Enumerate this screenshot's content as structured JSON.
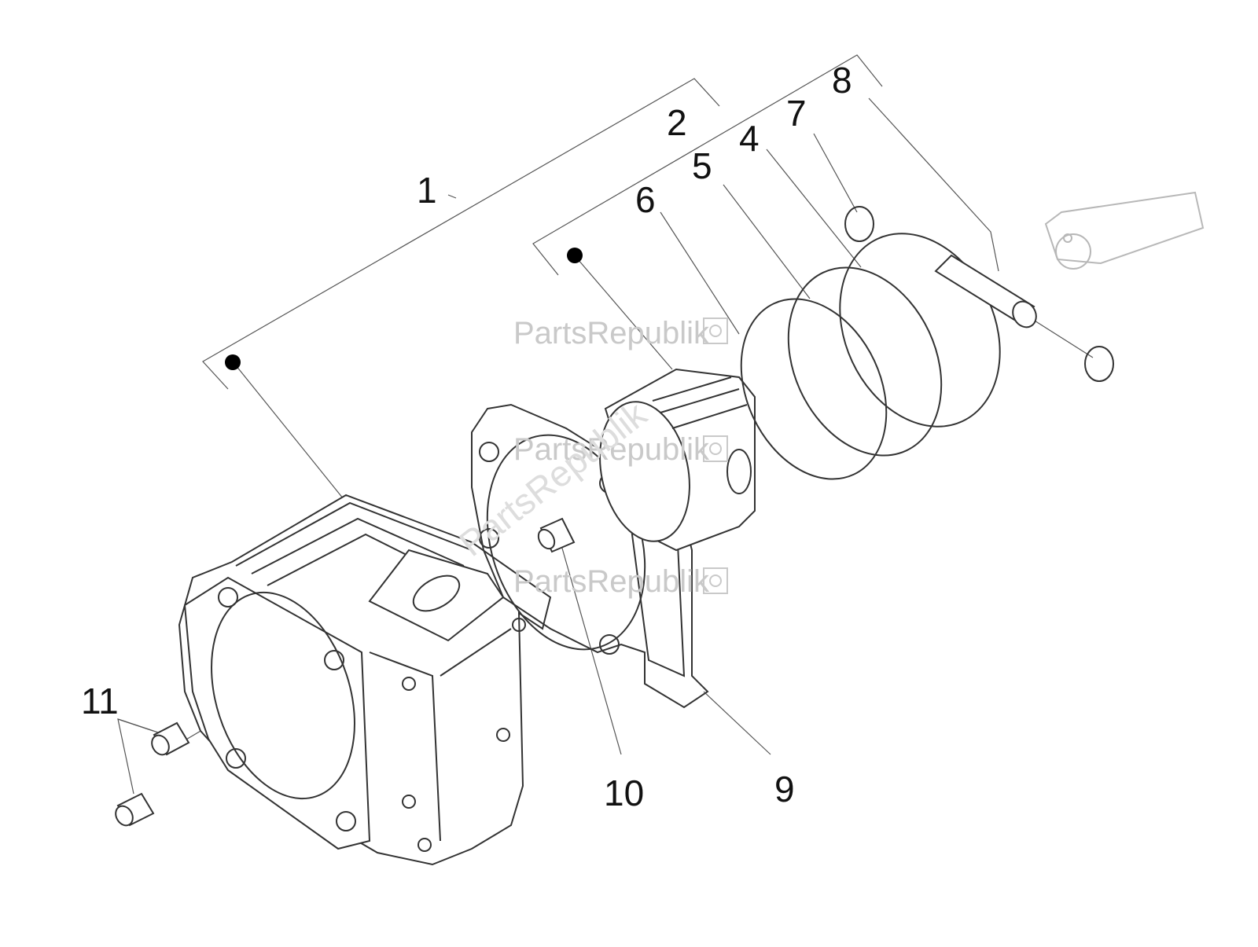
{
  "diagram": {
    "callouts": [
      {
        "id": "c1",
        "text": "1"
      },
      {
        "id": "c2",
        "text": "2"
      },
      {
        "id": "c4",
        "text": "4"
      },
      {
        "id": "c5",
        "text": "5"
      },
      {
        "id": "c6",
        "text": "6"
      },
      {
        "id": "c7",
        "text": "7"
      },
      {
        "id": "c8",
        "text": "8"
      },
      {
        "id": "c9",
        "text": "9"
      },
      {
        "id": "c10",
        "text": "10"
      },
      {
        "id": "c11",
        "text": "11"
      }
    ],
    "watermark": "PartsRepublik",
    "colors": {
      "line": "#333333",
      "watermark": "#c9c9c9",
      "background": "#ffffff"
    }
  }
}
